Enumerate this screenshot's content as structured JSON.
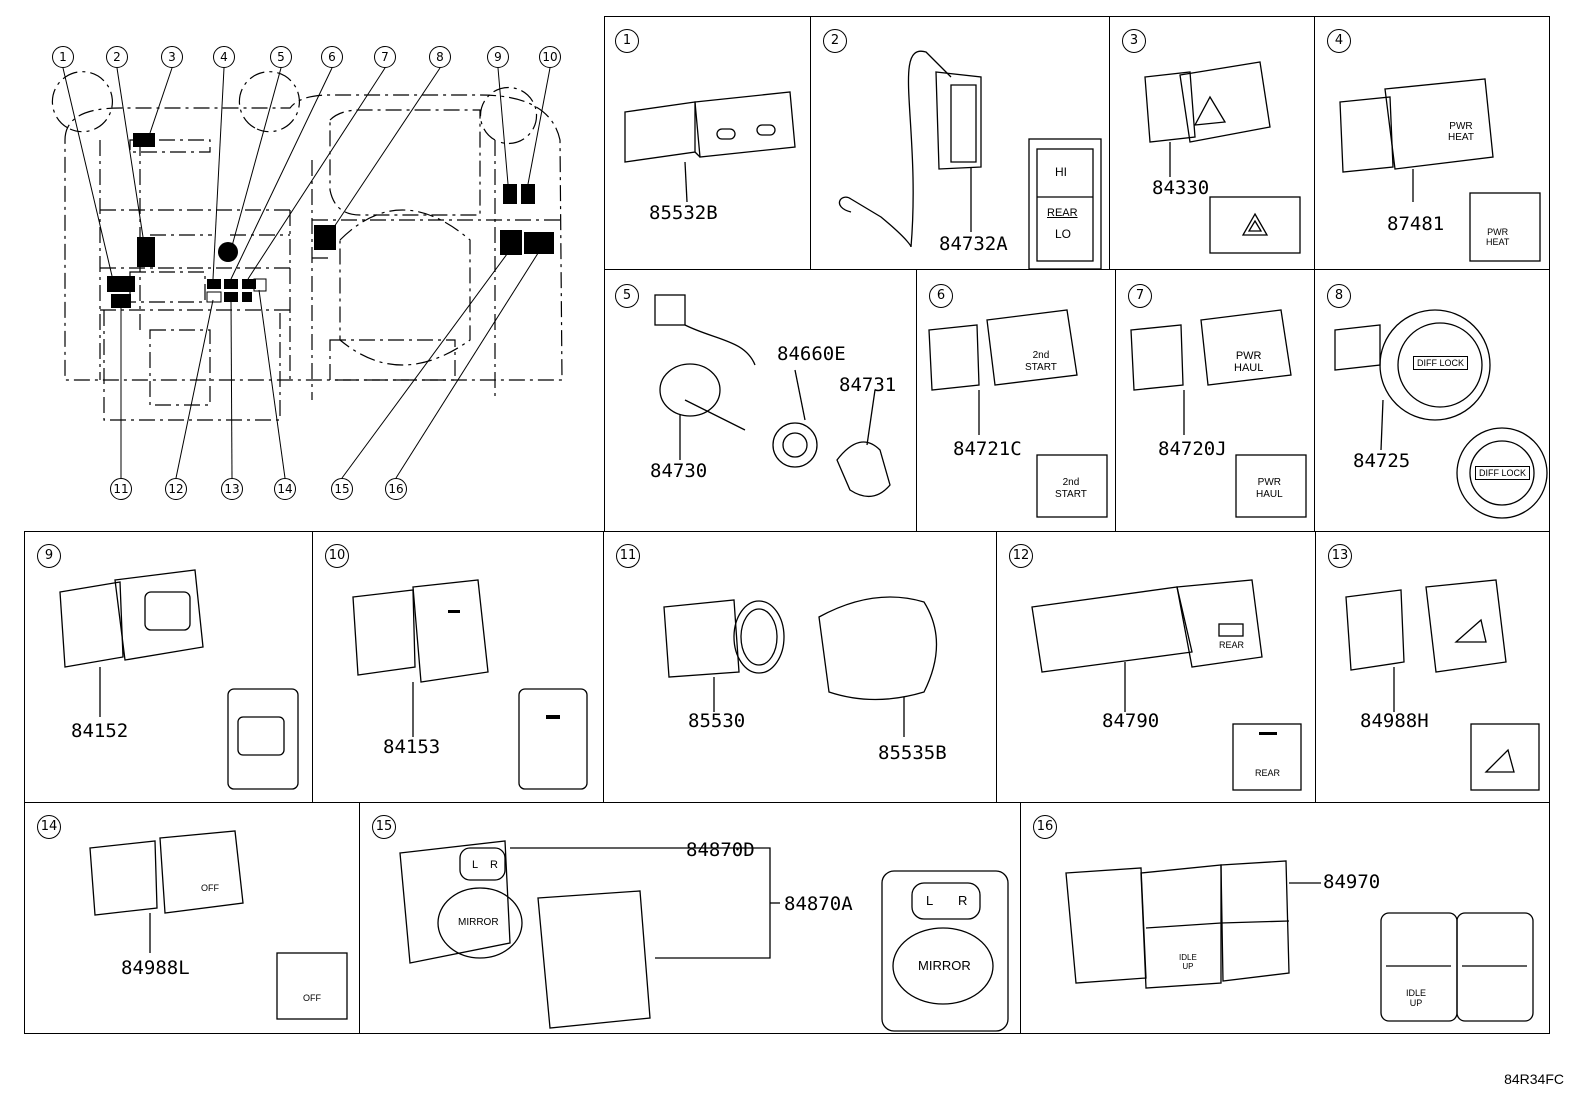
{
  "overview": {
    "callouts_top": [
      "1",
      "2",
      "3",
      "4",
      "5",
      "6",
      "7",
      "8",
      "9",
      "10"
    ],
    "callouts_bottom": [
      "11",
      "12",
      "13",
      "14",
      "15",
      "16"
    ]
  },
  "cells": [
    {
      "n": "1",
      "parts": [
        "85532B"
      ]
    },
    {
      "n": "2",
      "parts": [
        "84732A"
      ],
      "inset": [
        "HI",
        "REAR",
        "LO"
      ]
    },
    {
      "n": "3",
      "parts": [
        "84330"
      ]
    },
    {
      "n": "4",
      "parts": [
        "87481"
      ],
      "inset": [
        "PWR",
        "HEAT"
      ]
    },
    {
      "n": "5",
      "parts": [
        "84660E",
        "84731",
        "84730"
      ]
    },
    {
      "n": "6",
      "parts": [
        "84721C"
      ],
      "inset": [
        "2nd",
        "START"
      ]
    },
    {
      "n": "7",
      "parts": [
        "84720J"
      ],
      "inset": [
        "PWR",
        "HAUL"
      ]
    },
    {
      "n": "8",
      "parts": [
        "84725"
      ],
      "inset": [
        "DIFF LOCK"
      ]
    },
    {
      "n": "9",
      "parts": [
        "84152"
      ]
    },
    {
      "n": "10",
      "parts": [
        "84153"
      ]
    },
    {
      "n": "11",
      "parts": [
        "85530",
        "85535B"
      ]
    },
    {
      "n": "12",
      "parts": [
        "84790"
      ],
      "inset": [
        "REAR"
      ]
    },
    {
      "n": "13",
      "parts": [
        "84988H"
      ]
    },
    {
      "n": "14",
      "parts": [
        "84988L"
      ],
      "inset": [
        "OFF"
      ]
    },
    {
      "n": "15",
      "parts": [
        "84870D",
        "84870A"
      ],
      "inset": [
        "L",
        "R",
        "MIRROR"
      ]
    },
    {
      "n": "16",
      "parts": [
        "84970"
      ],
      "inset": [
        "IDLE",
        "UP"
      ]
    }
  ],
  "figure_ref": "84R34FC"
}
